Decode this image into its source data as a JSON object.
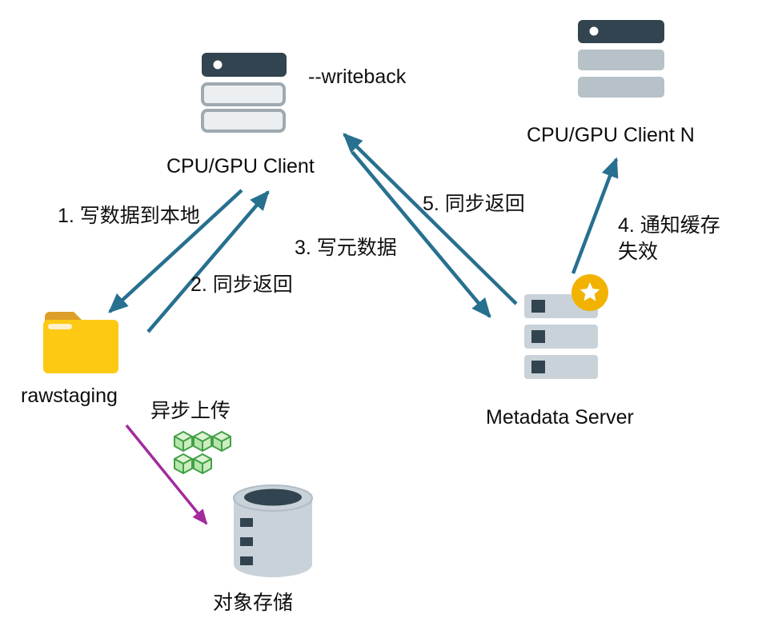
{
  "title": "Writeback cache architecture diagram",
  "colors": {
    "arrow": "#27708f",
    "async_arrow": "#a22b9d",
    "text": "#111111",
    "server_dark": "#31444f",
    "server_bar_light": "#b7c1c8",
    "metadata_bar": "#c9d2d8",
    "star_badge": "#f2b200",
    "folder_body": "#fdc913",
    "folder_tab": "#dd9f28",
    "cube_green": "#43a047",
    "cylinder": "#c9d2d9"
  },
  "nodes": {
    "cpu_gpu_client": {
      "label": "CPU/GPU Client",
      "icon": "server-icon"
    },
    "cpu_gpu_client_n": {
      "label": "CPU/GPU Client N",
      "icon": "server-icon"
    },
    "rawstaging": {
      "label": "rawstaging",
      "icon": "folder-icon"
    },
    "metadata_server": {
      "label": "Metadata Server",
      "icon": "server-rack-star-icon"
    },
    "object_storage": {
      "label": "对象存储",
      "icon": "database-cylinder-icon"
    }
  },
  "labels": {
    "writeback": "--writeback",
    "step1": "1. 写数据到本地",
    "step2": "2. 同步返回",
    "step3": "3. 写元数据",
    "step4": "4. 通知缓存失效",
    "step5": "5. 同步返回",
    "async_upload": "异步上传"
  },
  "edges": [
    {
      "id": "step1",
      "from": "cpu_gpu_client",
      "to": "rawstaging",
      "label": "1. 写数据到本地"
    },
    {
      "id": "step2",
      "from": "rawstaging",
      "to": "cpu_gpu_client",
      "label": "2. 同步返回"
    },
    {
      "id": "step3",
      "from": "cpu_gpu_client",
      "to": "metadata_server",
      "label": "3. 写元数据"
    },
    {
      "id": "step4",
      "from": "metadata_server",
      "to": "cpu_gpu_client_n",
      "label": "4. 通知缓存失效"
    },
    {
      "id": "step5",
      "from": "metadata_server",
      "to": "cpu_gpu_client",
      "label": "5. 同步返回"
    },
    {
      "id": "async",
      "from": "rawstaging",
      "to": "object_storage",
      "label": "异步上传"
    }
  ]
}
